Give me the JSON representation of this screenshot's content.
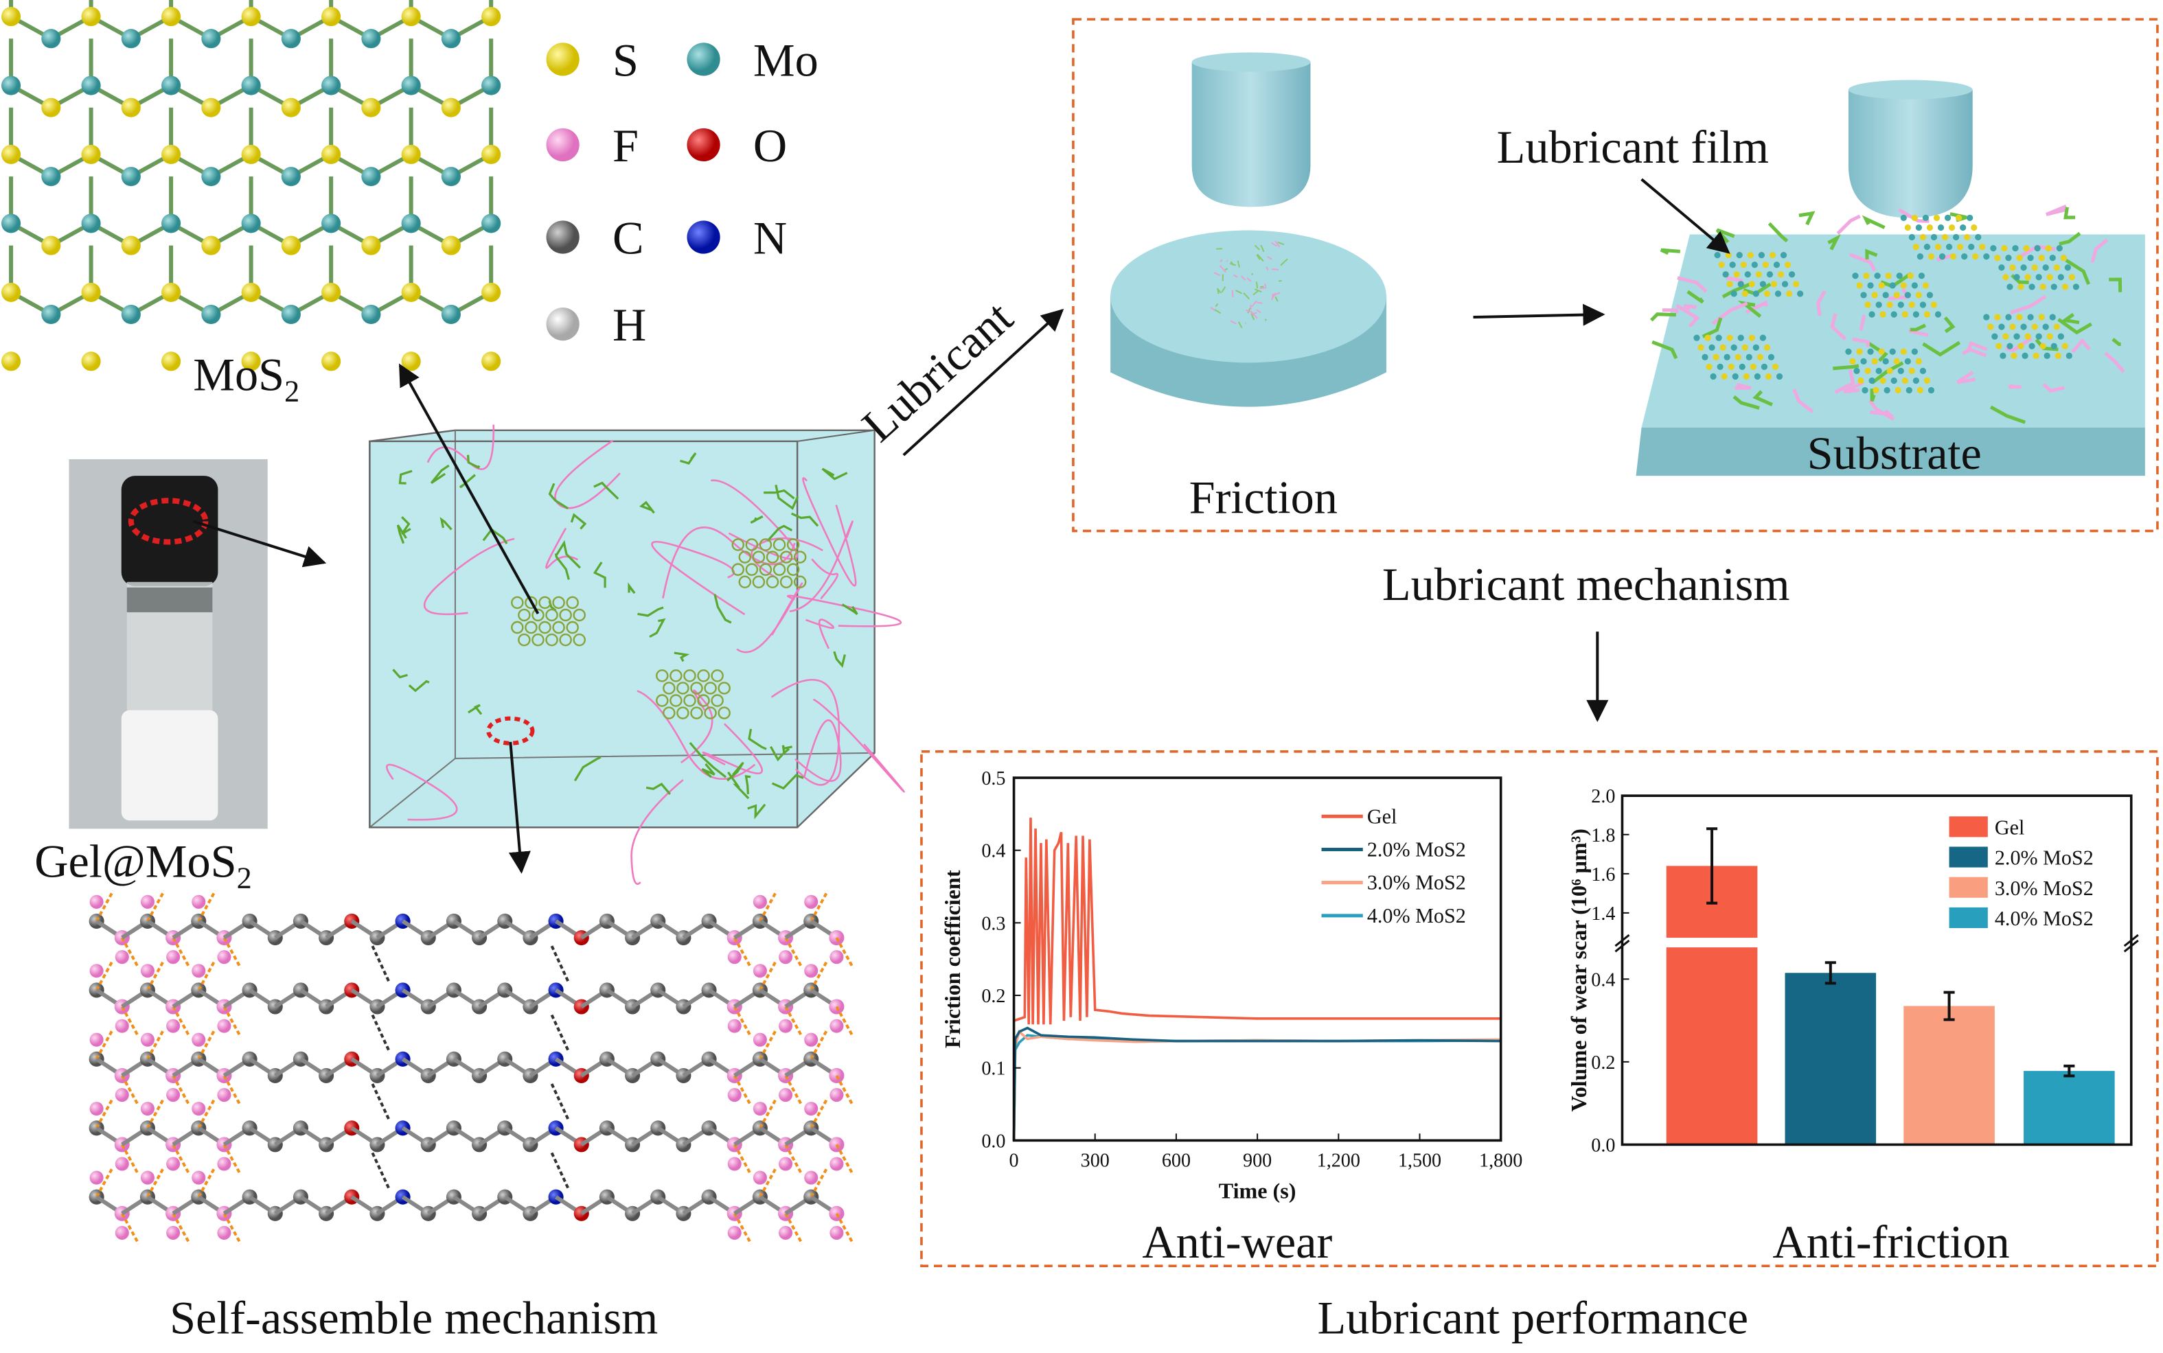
{
  "labels": {
    "mos2": "MoS",
    "mos2_sub": "2",
    "gel_mos2": "Gel@MoS",
    "gel_mos2_sub": "2",
    "self_assemble": "Self-assemble mechanism",
    "lubricant_arrow": "Lubricant",
    "friction": "Friction",
    "lubricant_film": "Lubricant film",
    "substrate": "Substrate",
    "lubricant_mechanism": "Lubricant mechanism",
    "anti_wear": "Anti-wear",
    "anti_friction": "Anti-friction",
    "lubricant_performance": "Lubricant performance"
  },
  "atom_legend": [
    {
      "symbol": "S",
      "color": "#e8d21a"
    },
    {
      "symbol": "Mo",
      "color": "#3fa3a8"
    },
    {
      "symbol": "F",
      "color": "#f08ad0"
    },
    {
      "symbol": "O",
      "color": "#d01010"
    },
    {
      "symbol": "C",
      "color": "#707070"
    },
    {
      "symbol": "N",
      "color": "#1020c0"
    },
    {
      "symbol": "H",
      "color": "#e8e8e8"
    }
  ],
  "chart_data": [
    {
      "type": "line",
      "title": "Anti-wear",
      "xlabel": "Time (s)",
      "ylabel": "Friction coefficient",
      "xlim": [
        0,
        1800
      ],
      "ylim": [
        0,
        0.5
      ],
      "xticks": [
        "0",
        "300",
        "600",
        "900",
        "1,200",
        "1,500",
        "1,800"
      ],
      "yticks": [
        "0.0",
        "0.1",
        "0.2",
        "0.3",
        "0.4",
        "0.5"
      ],
      "legend_position": "top-right",
      "series": [
        {
          "name": "Gel",
          "color": "#f15d43",
          "x": [
            0,
            40,
            45,
            55,
            62,
            70,
            80,
            90,
            100,
            110,
            120,
            135,
            150,
            165,
            175,
            185,
            200,
            210,
            230,
            245,
            255,
            270,
            280,
            300,
            350,
            400,
            500,
            700,
            900,
            1200,
            1500,
            1800
          ],
          "y": [
            0.165,
            0.17,
            0.39,
            0.16,
            0.445,
            0.16,
            0.43,
            0.16,
            0.41,
            0.16,
            0.415,
            0.16,
            0.4,
            0.41,
            0.425,
            0.165,
            0.41,
            0.17,
            0.42,
            0.165,
            0.42,
            0.17,
            0.415,
            0.18,
            0.178,
            0.175,
            0.172,
            0.17,
            0.168,
            0.168,
            0.168,
            0.168
          ]
        },
        {
          "name": "2.0% MoS2",
          "color": "#17607f",
          "x": [
            0,
            5,
            20,
            50,
            100,
            200,
            300,
            450,
            600,
            900,
            1200,
            1500,
            1800
          ],
          "y": [
            0.0,
            0.14,
            0.15,
            0.155,
            0.145,
            0.143,
            0.142,
            0.139,
            0.137,
            0.137,
            0.137,
            0.138,
            0.137
          ]
        },
        {
          "name": "3.0% MoS2",
          "color": "#f8a385",
          "x": [
            0,
            5,
            20,
            50,
            100,
            200,
            300,
            450,
            600,
            900,
            1200,
            1500,
            1800
          ],
          "y": [
            0.0,
            0.13,
            0.15,
            0.14,
            0.143,
            0.14,
            0.138,
            0.136,
            0.137,
            0.138,
            0.137,
            0.138,
            0.139
          ]
        },
        {
          "name": "4.0% MoS2",
          "color": "#279fbd",
          "x": [
            0,
            5,
            20,
            50,
            100,
            200,
            300,
            450,
            600,
            900,
            1200,
            1500,
            1800
          ],
          "y": [
            0.0,
            0.125,
            0.135,
            0.145,
            0.143,
            0.14,
            0.14,
            0.137,
            0.137,
            0.138,
            0.137,
            0.137,
            0.138
          ]
        }
      ]
    },
    {
      "type": "bar",
      "title": "Anti-friction",
      "xlabel": "",
      "ylabel": "Volume of wear scar (10⁶ μm³)",
      "ylim": [
        0,
        2.0
      ],
      "axis_break": [
        0.47,
        1.26
      ],
      "yticks": [
        "0.0",
        "0.2",
        "0.4",
        "1.4",
        "1.6",
        "1.8",
        "2.0"
      ],
      "legend_position": "top-right",
      "categories": [
        "Gel",
        "2.0% MoS2",
        "3.0% MoS2",
        "4.0% MoS2"
      ],
      "values": [
        1.64,
        0.415,
        0.335,
        0.178
      ],
      "errors": [
        0.19,
        0.025,
        0.033,
        0.012
      ],
      "colors": [
        "#f55d45",
        "#156785",
        "#fa9e80",
        "#279fbd"
      ]
    }
  ]
}
